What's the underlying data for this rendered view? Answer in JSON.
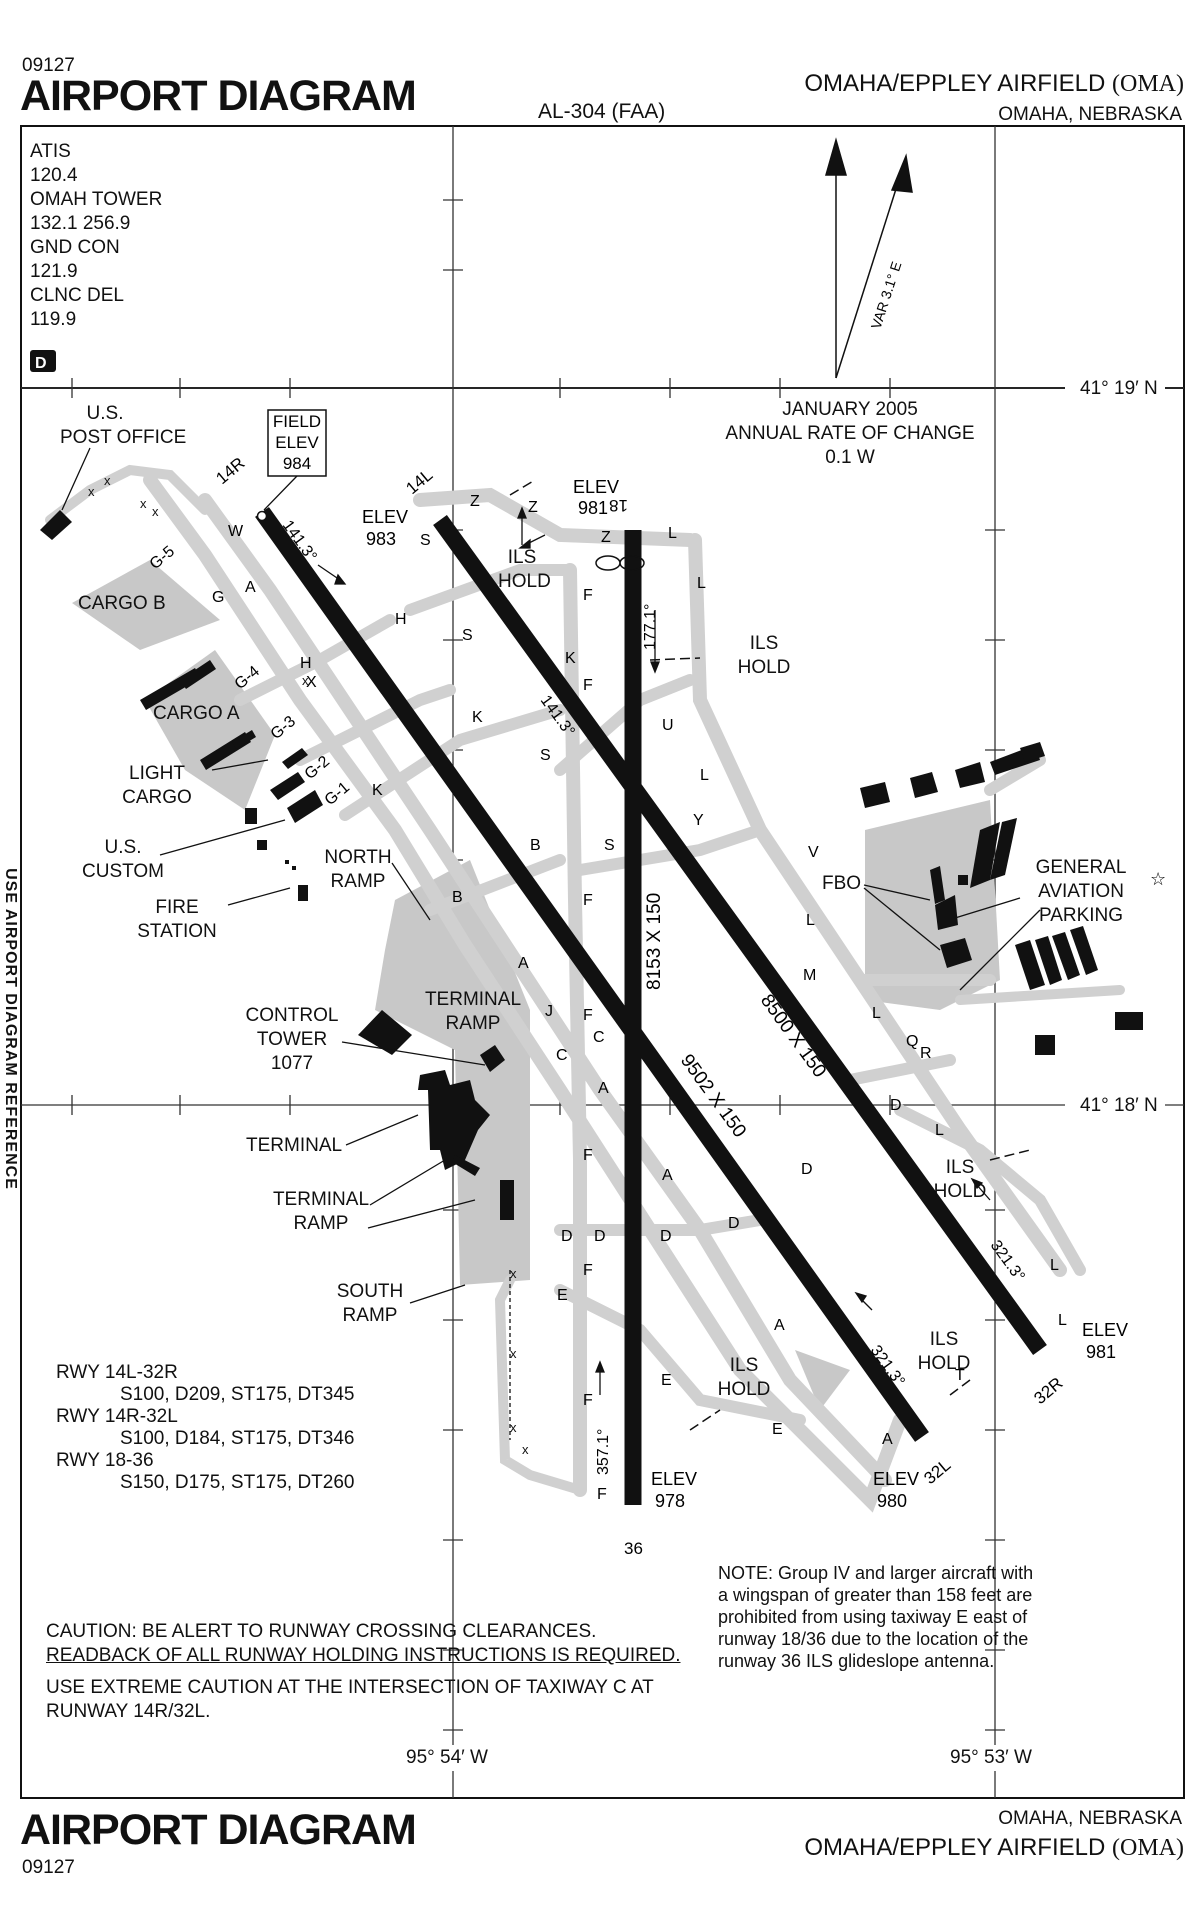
{
  "header": {
    "chart_number": "09127",
    "title": "AIRPORT DIAGRAM",
    "series": "AL-304 (FAA)",
    "airport_name": "OMAHA/EPPLEY AIRFIELD",
    "airport_id": "(OMA)",
    "location": "OMAHA, NEBRASKA"
  },
  "frequencies": [
    {
      "label": "ATIS",
      "value": "120.4"
    },
    {
      "label": "OMAH TOWER",
      "value": "132.1  256.9"
    },
    {
      "label": "GND CON",
      "value": "121.9"
    },
    {
      "label": "CLNC DEL",
      "value": "119.9"
    }
  ],
  "d_symbol": "D",
  "variation": "VAR 3.1° E",
  "magnetic_change": [
    "JANUARY 2005",
    "ANNUAL RATE OF CHANGE",
    "0.1  W"
  ],
  "latitudes": [
    "41° 19′ N",
    "41° 18′ N"
  ],
  "longitudes": [
    "95° 54′ W",
    "95° 53′ W"
  ],
  "side_label": "USE AIRPORT DIAGRAM REFERENCE",
  "field_elev": [
    "FIELD",
    "ELEV",
    "984"
  ],
  "runways": [
    {
      "id": "14R-32L",
      "end_a": "14R",
      "end_b": "32L",
      "dims": "9502 X 150",
      "hdg_a": "141.3°",
      "hdg_b": "321.3°",
      "elev_b": [
        "ELEV",
        "980"
      ]
    },
    {
      "id": "14L-32R",
      "end_a": "14L",
      "end_b": "32R",
      "dims": "8500 X 150",
      "hdg_a": "141.3°",
      "hdg_b": "321.3°",
      "elev_a": [
        "ELEV",
        "983"
      ],
      "elev_b": [
        "ELEV",
        "981"
      ]
    },
    {
      "id": "18-36",
      "end_a": "18",
      "end_b": "36",
      "dims": "8153 X 150",
      "hdg_a": "177.1°",
      "hdg_b": "357.1°",
      "elev_a": [
        "ELEV",
        "981"
      ],
      "elev_b": [
        "ELEV",
        "978"
      ]
    }
  ],
  "facility_labels": {
    "post_office": [
      "U.S.",
      "POST OFFICE"
    ],
    "cargo_b": "CARGO B",
    "cargo_a": "CARGO A",
    "light_cargo": [
      "LIGHT",
      "CARGO"
    ],
    "us_custom": [
      "U.S.",
      "CUSTOM"
    ],
    "fire_station": [
      "FIRE",
      "STATION"
    ],
    "north_ramp": [
      "NORTH",
      "RAMP"
    ],
    "control_tower": [
      "CONTROL",
      "TOWER",
      "1077"
    ],
    "terminal_ramp_top": [
      "TERMINAL",
      "RAMP"
    ],
    "terminal": "TERMINAL",
    "terminal_ramp": [
      "TERMINAL",
      "RAMP"
    ],
    "south_ramp": [
      "SOUTH",
      "RAMP"
    ],
    "fbo": "FBO",
    "ga_parking": [
      "GENERAL",
      "AVIATION",
      "PARKING"
    ],
    "ils_hold": [
      "ILS",
      "HOLD"
    ]
  },
  "taxiways": [
    "W",
    "G-5",
    "G",
    "A",
    "H",
    "X",
    "G-4",
    "G-3",
    "G-2",
    "G-1",
    "K",
    "S",
    "B",
    "Z",
    "F",
    "U",
    "L",
    "Y",
    "V",
    "M",
    "Q",
    "R",
    "J",
    "C",
    "D",
    "E",
    "T"
  ],
  "runway_weights": [
    {
      "rwy": "RWY  14L-32R",
      "weights": "S100, D209, ST175, DT345"
    },
    {
      "rwy": "RWY  14R-32L",
      "weights": "S100, D184, ST175, DT346"
    },
    {
      "rwy": "RWY  18-36",
      "weights": "S150, D175, ST175, DT260"
    }
  ],
  "note": [
    "NOTE: Group IV and larger aircraft with",
    "a wingspan of greater than 158 feet are",
    "prohibited from using taxiway E east of",
    "runway 18/36 due to the location of the",
    "runway 36 ILS glideslope antenna."
  ],
  "caution": {
    "line1": "CAUTION: BE ALERT TO RUNWAY CROSSING CLEARANCES.",
    "line2": "READBACK OF ALL RUNWAY HOLDING INSTRUCTIONS IS REQUIRED.",
    "line3": "USE EXTREME CAUTION AT THE INTERSECTION OF TAXIWAY C AT",
    "line4": "RUNWAY 14R/32L."
  }
}
